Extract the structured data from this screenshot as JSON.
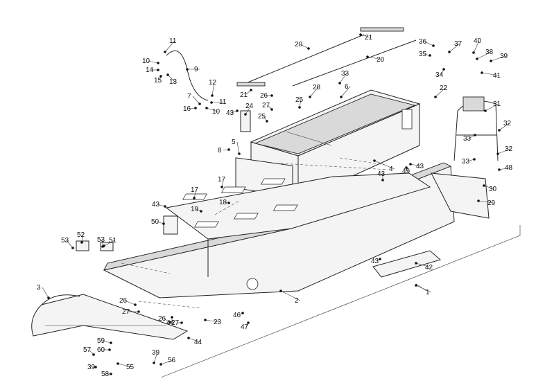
{
  "callouts": [
    {
      "id": "c1",
      "text": "1"
    },
    {
      "id": "c2",
      "text": "2"
    },
    {
      "id": "c3",
      "text": "3"
    },
    {
      "id": "c4",
      "text": "4"
    },
    {
      "id": "c5",
      "text": "5"
    },
    {
      "id": "c6",
      "text": "6"
    },
    {
      "id": "c7",
      "text": "7"
    },
    {
      "id": "c8",
      "text": "8"
    },
    {
      "id": "c9",
      "text": "9"
    },
    {
      "id": "c10a",
      "text": "10"
    },
    {
      "id": "c10b",
      "text": "10"
    },
    {
      "id": "c11a",
      "text": "11"
    },
    {
      "id": "c11b",
      "text": "11"
    },
    {
      "id": "c12",
      "text": "12"
    },
    {
      "id": "c13",
      "text": "13"
    },
    {
      "id": "c14",
      "text": "14"
    },
    {
      "id": "c15",
      "text": "15"
    },
    {
      "id": "c16",
      "text": "16"
    },
    {
      "id": "c17a",
      "text": "17"
    },
    {
      "id": "c17b",
      "text": "17"
    },
    {
      "id": "c18",
      "text": "18"
    },
    {
      "id": "c19",
      "text": "19"
    },
    {
      "id": "c20a",
      "text": "20"
    },
    {
      "id": "c20b",
      "text": "20"
    },
    {
      "id": "c21a",
      "text": "21"
    },
    {
      "id": "c21b",
      "text": "21"
    },
    {
      "id": "c22",
      "text": "22"
    },
    {
      "id": "c23",
      "text": "23"
    },
    {
      "id": "c24",
      "text": "24"
    },
    {
      "id": "c25",
      "text": "25"
    },
    {
      "id": "c25b",
      "text": "25"
    },
    {
      "id": "c26a",
      "text": "26"
    },
    {
      "id": "c26b",
      "text": "26"
    },
    {
      "id": "c26c",
      "text": "26"
    },
    {
      "id": "c27a",
      "text": "27"
    },
    {
      "id": "c27b",
      "text": "27"
    },
    {
      "id": "c27c",
      "text": "27"
    },
    {
      "id": "c28",
      "text": "28"
    },
    {
      "id": "c29",
      "text": "29"
    },
    {
      "id": "c30",
      "text": "30"
    },
    {
      "id": "c31",
      "text": "31"
    },
    {
      "id": "c32a",
      "text": "32"
    },
    {
      "id": "c32b",
      "text": "32"
    },
    {
      "id": "c33a",
      "text": "33"
    },
    {
      "id": "c33b",
      "text": "33"
    },
    {
      "id": "c33c",
      "text": "33"
    },
    {
      "id": "c34",
      "text": "34"
    },
    {
      "id": "c35",
      "text": "35"
    },
    {
      "id": "c36",
      "text": "36"
    },
    {
      "id": "c37",
      "text": "37"
    },
    {
      "id": "c38",
      "text": "38"
    },
    {
      "id": "c39a",
      "text": "39"
    },
    {
      "id": "c39b",
      "text": "39"
    },
    {
      "id": "c39c",
      "text": "39"
    },
    {
      "id": "c40",
      "text": "40"
    },
    {
      "id": "c41",
      "text": "41"
    },
    {
      "id": "c42",
      "text": "42"
    },
    {
      "id": "c43a",
      "text": "43"
    },
    {
      "id": "c43b",
      "text": "43"
    },
    {
      "id": "c43c",
      "text": "43"
    },
    {
      "id": "c43d",
      "text": "43"
    },
    {
      "id": "c43e",
      "text": "43"
    },
    {
      "id": "c44a",
      "text": "44"
    },
    {
      "id": "c44b",
      "text": "44"
    },
    {
      "id": "c46",
      "text": "46"
    },
    {
      "id": "c47",
      "text": "47"
    },
    {
      "id": "c48",
      "text": "48"
    },
    {
      "id": "c49",
      "text": "49"
    },
    {
      "id": "c50",
      "text": "50"
    },
    {
      "id": "c51",
      "text": "51"
    },
    {
      "id": "c52",
      "text": "52"
    },
    {
      "id": "c53a",
      "text": "53"
    },
    {
      "id": "c53b",
      "text": "53"
    },
    {
      "id": "c55",
      "text": "55"
    },
    {
      "id": "c56",
      "text": "56"
    },
    {
      "id": "c57",
      "text": "57"
    },
    {
      "id": "c58",
      "text": "58"
    },
    {
      "id": "c59",
      "text": "59"
    },
    {
      "id": "c60",
      "text": "60"
    }
  ]
}
